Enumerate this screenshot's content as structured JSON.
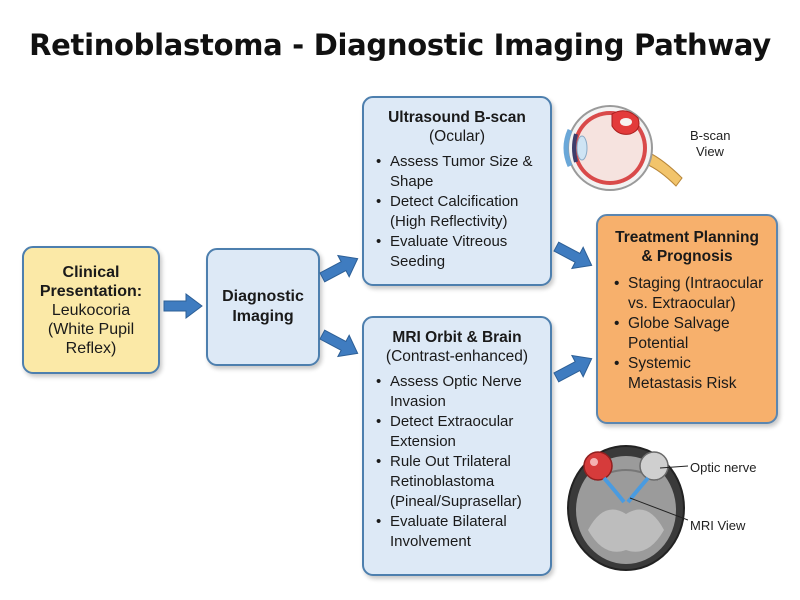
{
  "title": "Retinoblastoma - Diagnostic Imaging Pathway",
  "clinical": {
    "heading_line1": "Clinical",
    "heading_line2": "Presentation:",
    "line3": "Leukocoria",
    "line4": "(White Pupil",
    "line5": "Reflex)"
  },
  "diagnostic": {
    "line1": "Diagnostic",
    "line2": "Imaging"
  },
  "ultrasound": {
    "title": "Ultrasound B-scan",
    "subtitle": "(Ocular)",
    "bullets": [
      "Assess Tumor Size & Shape",
      "Detect Calcification (High Reflectivity)",
      "Evaluate Vitreous Seeding"
    ],
    "image_label_line1": "B-scan",
    "image_label_line2": "View"
  },
  "mri": {
    "title": "MRI Orbit & Brain",
    "subtitle": "(Contrast-enhanced)",
    "bullets": [
      "Assess Optic Nerve Invasion",
      "Detect Extraocular Extension",
      "Rule Out Trilateral Retinoblastoma (Pineal/Suprasellar)",
      "Evaluate Bilateral Involvement"
    ],
    "label_optic": "Optic nerve",
    "label_view": "MRI View"
  },
  "treatment": {
    "title_line1": "Treatment Planning",
    "title_line2": "& Prognosis",
    "bullets": [
      "Staging (Intraocular vs. Extraocular)",
      "Globe Salvage Potential",
      "Systemic Metastasis Risk"
    ]
  },
  "colors": {
    "clinical_fill": "#fbe9a7",
    "box_fill": "#dde9f6",
    "treatment_fill": "#f7b06c",
    "border": "#4d7fae",
    "arrow": "#3f7cc0"
  }
}
